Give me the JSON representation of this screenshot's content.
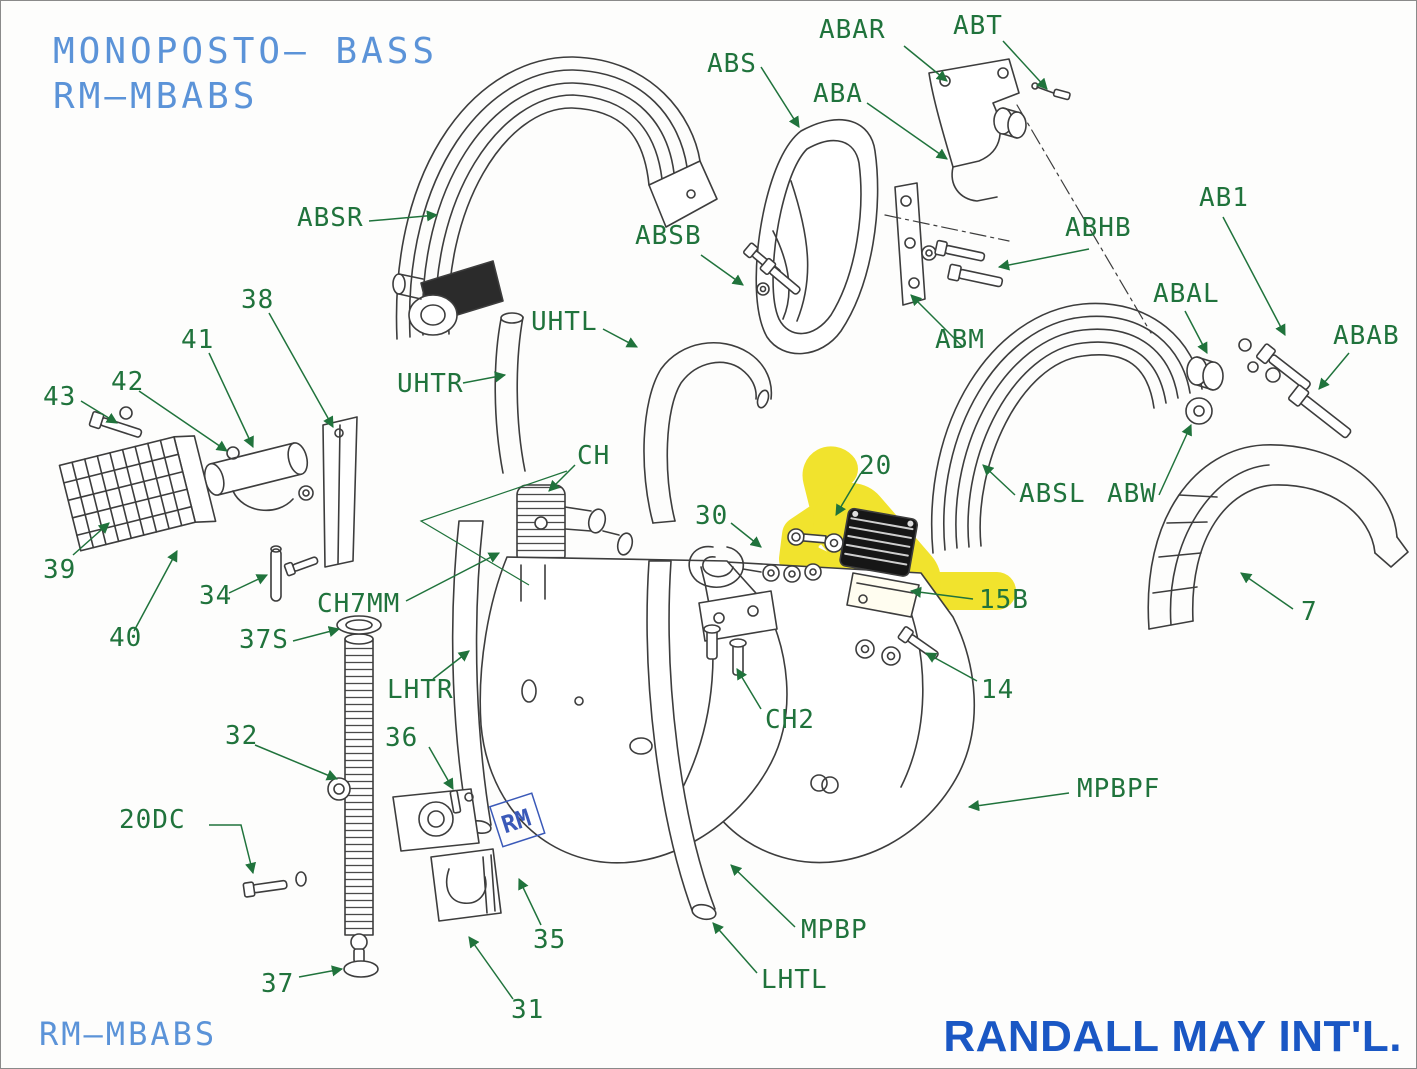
{
  "title": {
    "line1": "MONOPOSTO—  BASS",
    "line2": "RM—MBABS"
  },
  "footer": {
    "left": "RM—MBABS",
    "brand": "RANDALL MAY INT'L."
  },
  "emblem": "RM",
  "highlight": {
    "part": "15B",
    "color": "#f1e11c"
  },
  "colors": {
    "label_green": "#20733c",
    "title_blue": "#5b93d8",
    "brand_blue": "#1a57c4",
    "line_gray": "#3d3d3d",
    "highlight_yellow": "#f1e11c"
  },
  "labels": [
    {
      "id": "ABAR",
      "text": "ABAR"
    },
    {
      "id": "ABT",
      "text": "ABT"
    },
    {
      "id": "ABS",
      "text": "ABS"
    },
    {
      "id": "ABA",
      "text": "ABA"
    },
    {
      "id": "ABSB",
      "text": "ABSB"
    },
    {
      "id": "ABHB",
      "text": "ABHB"
    },
    {
      "id": "AB1",
      "text": "AB1"
    },
    {
      "id": "ABAL",
      "text": "ABAL"
    },
    {
      "id": "ABAB",
      "text": "ABAB"
    },
    {
      "id": "ABSR",
      "text": "ABSR"
    },
    {
      "id": "UHTL",
      "text": "UHTL"
    },
    {
      "id": "UHTR",
      "text": "UHTR"
    },
    {
      "id": "ABM",
      "text": "ABM"
    },
    {
      "id": "38",
      "text": "38"
    },
    {
      "id": "41",
      "text": "41"
    },
    {
      "id": "42",
      "text": "42"
    },
    {
      "id": "43",
      "text": "43"
    },
    {
      "id": "CH",
      "text": "CH"
    },
    {
      "id": "20",
      "text": "20"
    },
    {
      "id": "30",
      "text": "30"
    },
    {
      "id": "ABSL",
      "text": "ABSL"
    },
    {
      "id": "ABW",
      "text": "ABW"
    },
    {
      "id": "39",
      "text": "39"
    },
    {
      "id": "34",
      "text": "34"
    },
    {
      "id": "CH7MM",
      "text": "CH7MM"
    },
    {
      "id": "15B",
      "text": "15B"
    },
    {
      "id": "37S",
      "text": "37S"
    },
    {
      "id": "40",
      "text": "40"
    },
    {
      "id": "7",
      "text": "7"
    },
    {
      "id": "LHTR",
      "text": "LHTR"
    },
    {
      "id": "14",
      "text": "14"
    },
    {
      "id": "CH2",
      "text": "CH2"
    },
    {
      "id": "32",
      "text": "32"
    },
    {
      "id": "36",
      "text": "36"
    },
    {
      "id": "MPBPF",
      "text": "MPBPF"
    },
    {
      "id": "20DC",
      "text": "20DC"
    },
    {
      "id": "35",
      "text": "35"
    },
    {
      "id": "37",
      "text": "37"
    },
    {
      "id": "31",
      "text": "31"
    },
    {
      "id": "MPBP",
      "text": "MPBP"
    },
    {
      "id": "LHTL",
      "text": "LHTL"
    }
  ]
}
